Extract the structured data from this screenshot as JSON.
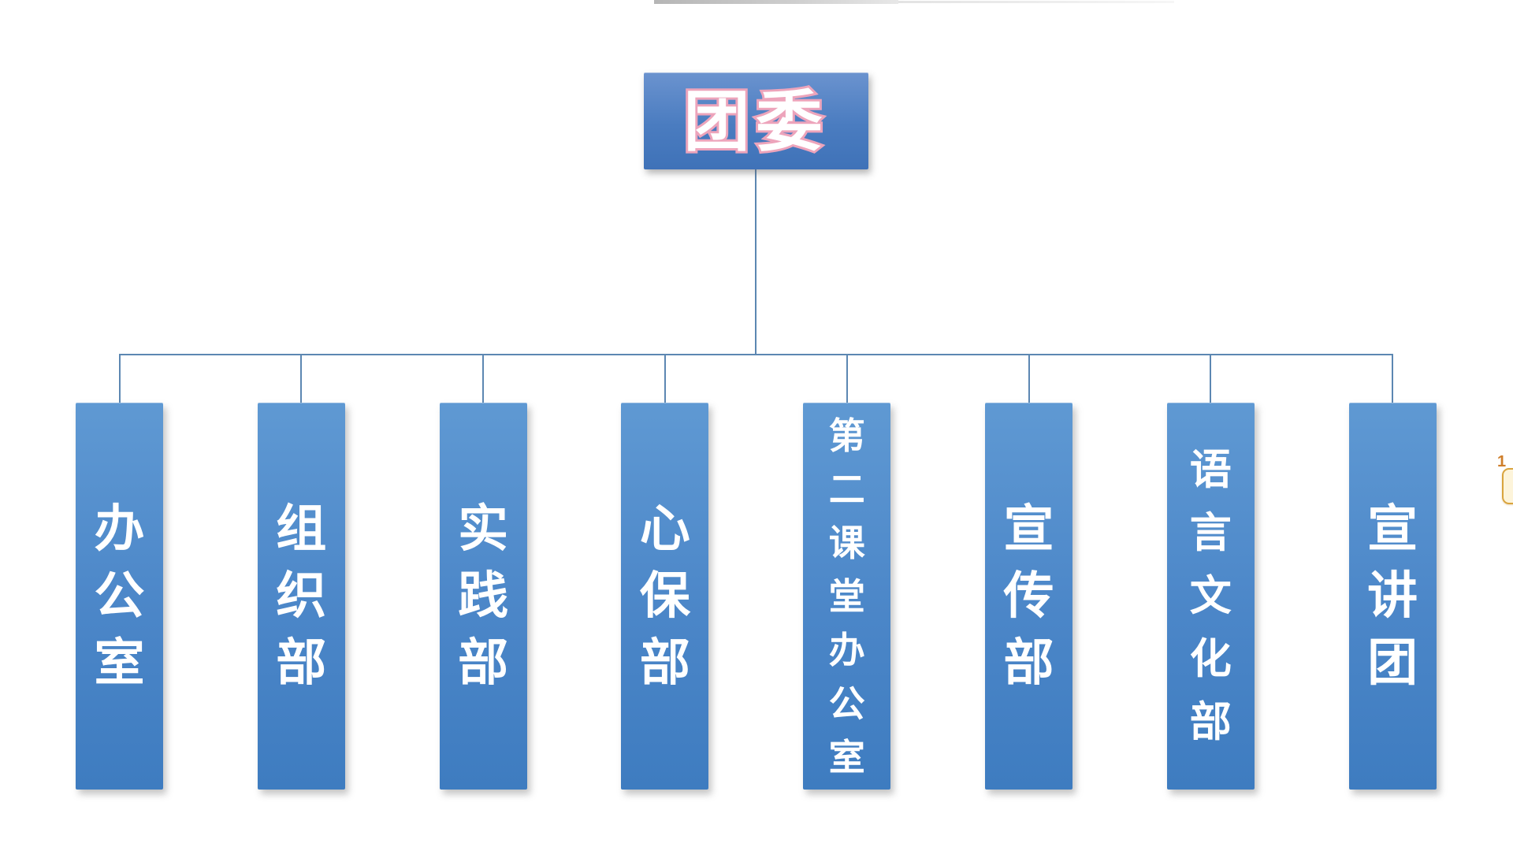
{
  "diagram": {
    "type": "org-chart",
    "root": {
      "label": "团委"
    },
    "departments": [
      {
        "label": "办公室"
      },
      {
        "label": "组织部"
      },
      {
        "label": "实践部"
      },
      {
        "label": "心保部"
      },
      {
        "label": "第二课堂办公室"
      },
      {
        "label": "宣传部"
      },
      {
        "label": "语言文化部"
      },
      {
        "label": "宣讲团"
      }
    ]
  },
  "comment": {
    "count": "1"
  },
  "colors": {
    "box_fill_top": "#5f99d3",
    "box_fill_bottom": "#3e7cc0",
    "connector": "#5c87b2",
    "root_text_fill": "#ffffff",
    "root_text_outline": "#eda4bb",
    "dept_text": "#ffffff",
    "comment_accent": "#cf7e2a"
  }
}
